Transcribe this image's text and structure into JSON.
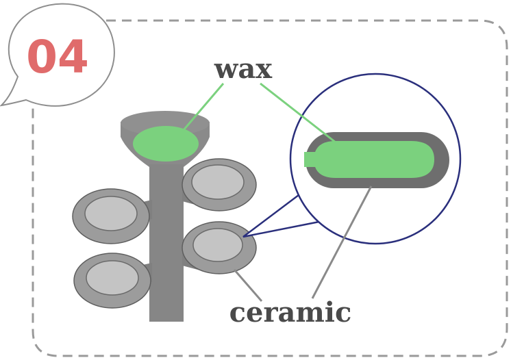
{
  "step": {
    "number": "04",
    "color": "#e06b6b"
  },
  "labels": {
    "wax": "wax",
    "ceramic": "ceramic"
  },
  "colors": {
    "wax_green": "#7bd17e",
    "ceramic_gray": "#6e6e6e",
    "tree_gray": "#888888",
    "ring_gray": "#a4a4a4",
    "magnifier_border": "#2a2f7c",
    "frame_dash": "#9a9a9a",
    "label_text": "#4a4a4a"
  }
}
